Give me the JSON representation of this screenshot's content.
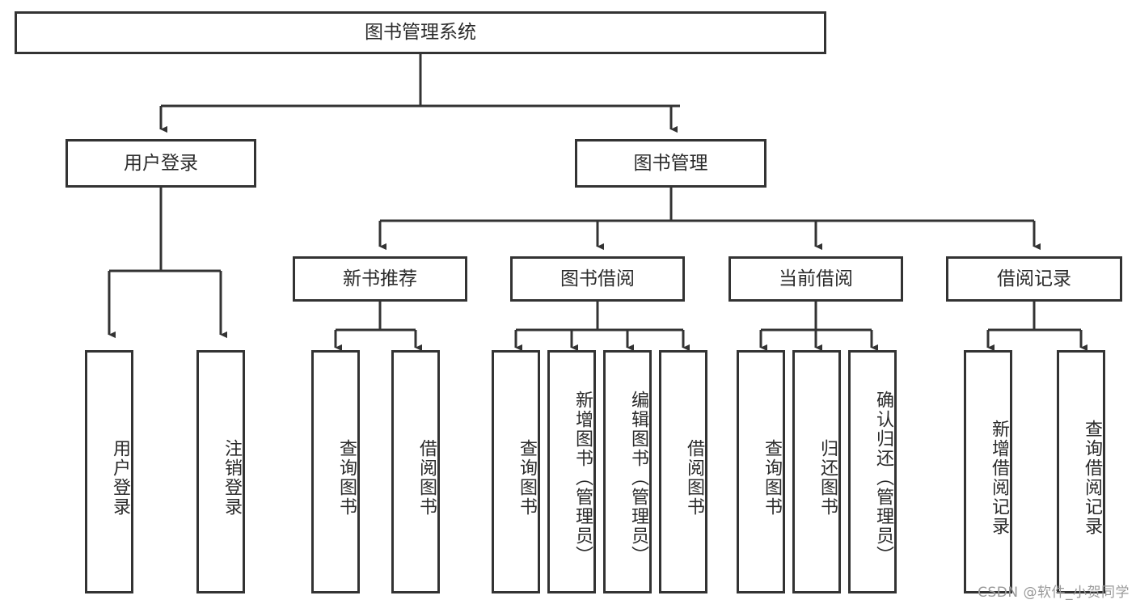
{
  "diagram": {
    "kind": "tree-hierarchy-chart",
    "title": "图书管理系统",
    "stroke_color": "#333333",
    "fill_color": "#ffffff",
    "text_color": "#2b2b2b"
  },
  "nodes": {
    "root": {
      "label": "图书管理系统"
    },
    "level2": [
      {
        "label": "用户登录"
      },
      {
        "label": "图书管理"
      }
    ],
    "level3": [
      {
        "label": "新书推荐"
      },
      {
        "label": "图书借阅"
      },
      {
        "label": "当前借阅"
      },
      {
        "label": "借阅记录"
      }
    ],
    "leaves": {
      "user_login": [
        {
          "label": "用户登录"
        },
        {
          "label": "注销登录"
        }
      ],
      "new_book_recommend": [
        {
          "label": "查询图书"
        },
        {
          "label": "借阅图书"
        }
      ],
      "book_borrow": [
        {
          "label": "查询图书"
        },
        {
          "label": "新增图书（管理员）"
        },
        {
          "label": "编辑图书（管理员）"
        },
        {
          "label": "借阅图书"
        }
      ],
      "current_borrow": [
        {
          "label": "查询图书"
        },
        {
          "label": "归还图书"
        },
        {
          "label": "确认归还（管理员）"
        }
      ],
      "borrow_record": [
        {
          "label": "新增借阅记录"
        },
        {
          "label": "查询借阅记录"
        }
      ]
    }
  },
  "watermark": {
    "text": "CSDN @软件_小贺同学"
  }
}
